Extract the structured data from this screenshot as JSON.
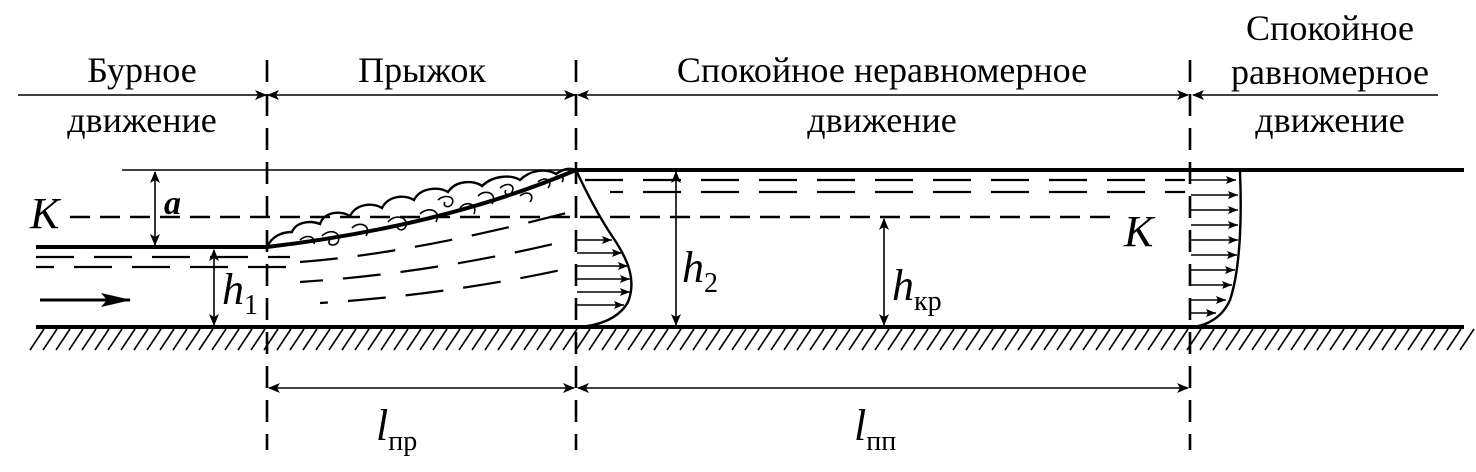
{
  "regions": {
    "supercritical": {
      "line1": "Бурное",
      "line2": "движение"
    },
    "jump": {
      "line1": "Прыжок"
    },
    "subcritical_nonuniform": {
      "line1": "Спокойное неравномерное",
      "line2": "движение"
    },
    "subcritical_uniform": {
      "line1": "Спокойное",
      "line2": "равномерное",
      "line3": "движение"
    }
  },
  "symbols": {
    "K_left": "K",
    "K_right": "K",
    "a": "a",
    "h1": {
      "base": "h",
      "sub": "1"
    },
    "h2": {
      "base": "h",
      "sub": "2"
    },
    "hkr": {
      "base": "h",
      "sub": "кр"
    },
    "l_pr": {
      "base": "l",
      "sub": "пр"
    },
    "l_pp": {
      "base": "l",
      "sub": "пп"
    }
  }
}
